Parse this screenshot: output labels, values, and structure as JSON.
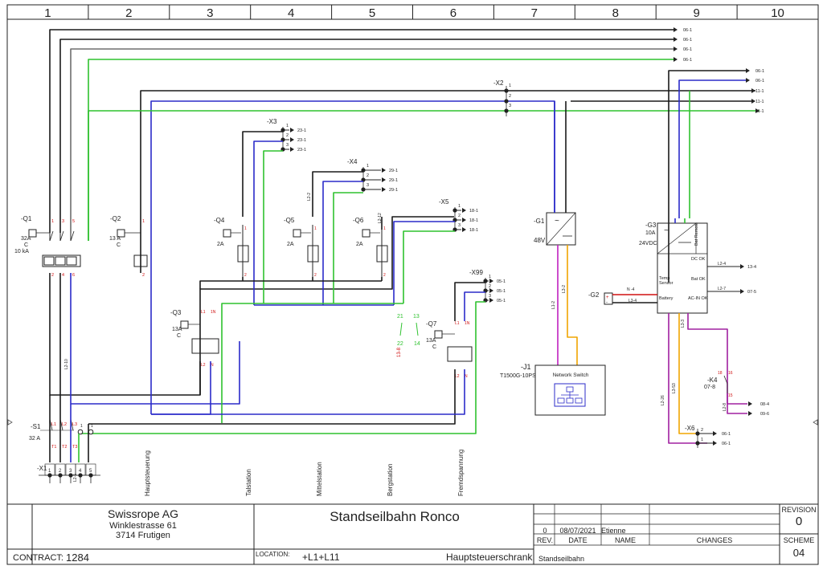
{
  "columns": [
    "1",
    "2",
    "3",
    "4",
    "5",
    "6",
    "7",
    "8",
    "9",
    "10"
  ],
  "colors": {
    "black": "#1a1a1a",
    "blue": "#2b2bc9",
    "green": "#2fc22f",
    "gray": "#6e6e6e",
    "purple": "#a020a0",
    "orange": "#f0a500",
    "red": "#d01010",
    "magenta": "#c020c0"
  },
  "top_refs": [
    "06-1",
    "06-1",
    "06-1",
    "06-1"
  ],
  "x2": {
    "tag": "-X2",
    "terms": [
      "1",
      "2",
      "3"
    ]
  },
  "right_refs": [
    "06-1",
    "06-1",
    "11-1",
    "11-1",
    "11-1"
  ],
  "x3": {
    "tag": "-X3",
    "terms": [
      "1",
      "2",
      "3"
    ],
    "refs": [
      "23-1",
      "23-1",
      "23-1"
    ]
  },
  "x4": {
    "tag": "-X4",
    "terms": [
      "1",
      "2",
      "3"
    ],
    "refs": [
      "29-1",
      "29-1",
      "29-1"
    ]
  },
  "x5": {
    "tag": "-X5",
    "terms": [
      "1",
      "2",
      "3"
    ],
    "refs": [
      "18-1",
      "18-1",
      "18-1"
    ]
  },
  "x99": {
    "tag": "-X99",
    "terms": [
      "1",
      "2",
      "3"
    ],
    "refs": [
      "05-1",
      "05-1",
      "05-1"
    ]
  },
  "q1": {
    "tag": "-Q1",
    "rating": "32A",
    "curve": "C",
    "breaking": "10 kA",
    "top": [
      "1",
      "3",
      "5"
    ],
    "bottom": [
      "2",
      "4",
      "6"
    ]
  },
  "q2": {
    "tag": "-Q2",
    "rating": "13 A",
    "curve": "C",
    "top": "1",
    "bottom": "2"
  },
  "q4": {
    "tag": "-Q4",
    "rating": "2A"
  },
  "q5": {
    "tag": "-Q5",
    "rating": "2A"
  },
  "q6": {
    "tag": "-Q6",
    "rating": "2A"
  },
  "q3": {
    "tag": "-Q3",
    "rating": "13A",
    "curve": "C",
    "top": [
      "L1",
      "1N"
    ],
    "bottom": [
      "L2",
      "N"
    ]
  },
  "q7": {
    "tag": "-Q7",
    "rating": "13A",
    "curve": "C",
    "top": [
      "L1",
      "1N"
    ],
    "bottom": [
      "L2",
      "N"
    ]
  },
  "s1": {
    "tag": "-S1",
    "rating": "32 A",
    "top": [
      "L1",
      "L2",
      "L3"
    ],
    "bottom": [
      "T1",
      "T2",
      "T3"
    ]
  },
  "x1": {
    "tag": "-X1",
    "terms": [
      "1",
      "2",
      "3",
      "4",
      "5"
    ]
  },
  "contacts": {
    "a_top": "21",
    "a_bot": "22",
    "b_top": "13",
    "b_bot": "14",
    "ref": "13-8"
  },
  "g1": {
    "tag": "-G1",
    "voltage": "48V"
  },
  "g3": {
    "tag": "-G3",
    "current": "10A",
    "voltage": "24VDC",
    "labels": [
      "DC OK",
      "Bat OK",
      "AC-IN OK",
      "Temp Sensor",
      "Battery",
      "Bat Remote"
    ]
  },
  "g2": {
    "tag": "-G2"
  },
  "j1": {
    "tag": "-J1",
    "model": "T1500G-10PS",
    "name": "Network Switch"
  },
  "k4": {
    "tag": "-K4",
    "ref": "07-8"
  },
  "x6": {
    "tag": "-X6",
    "terms": [
      "2",
      "1"
    ],
    "refs": [
      "06-1",
      "06-1"
    ]
  },
  "g3_out_refs": [
    "13-4",
    "07-5"
  ],
  "k4_out_refs": [
    "08-4",
    "09-6"
  ],
  "wire_labels": [
    "L2-10",
    "L2-3",
    "L1-2",
    "L3-2",
    "L2-4",
    "L2-7",
    "L2-5",
    "L3-3",
    "L2-8",
    "L3-53",
    "N -4",
    "L3-4",
    "L2-5",
    "L2-8",
    "13-8"
  ],
  "bottom_labels": [
    "Hauptsteuerung",
    "Talstation",
    "Mittelstation",
    "Bergstation",
    "Fremdspannung"
  ],
  "title_block": {
    "company": "Swissrope AG",
    "street": "Winklestrasse 61",
    "city": "3714 Frutigen",
    "contract_label": "CONTRACT:",
    "contract": "1284",
    "project": "Standseilbahn  Ronco",
    "location_label": "LOCATION:",
    "location": "+L1+L11",
    "cabinet": "Hauptsteuerschrank",
    "rev_row": {
      "rev": "0",
      "date": "08/07/2021",
      "name": "Etienne"
    },
    "headers": {
      "rev": "REV.",
      "date": "DATE",
      "name": "NAME",
      "changes": "CHANGES"
    },
    "footer_name": "Standseilbahn",
    "revision_label": "REVISION",
    "revision": "0",
    "scheme_label": "SCHEME",
    "scheme": "04"
  }
}
